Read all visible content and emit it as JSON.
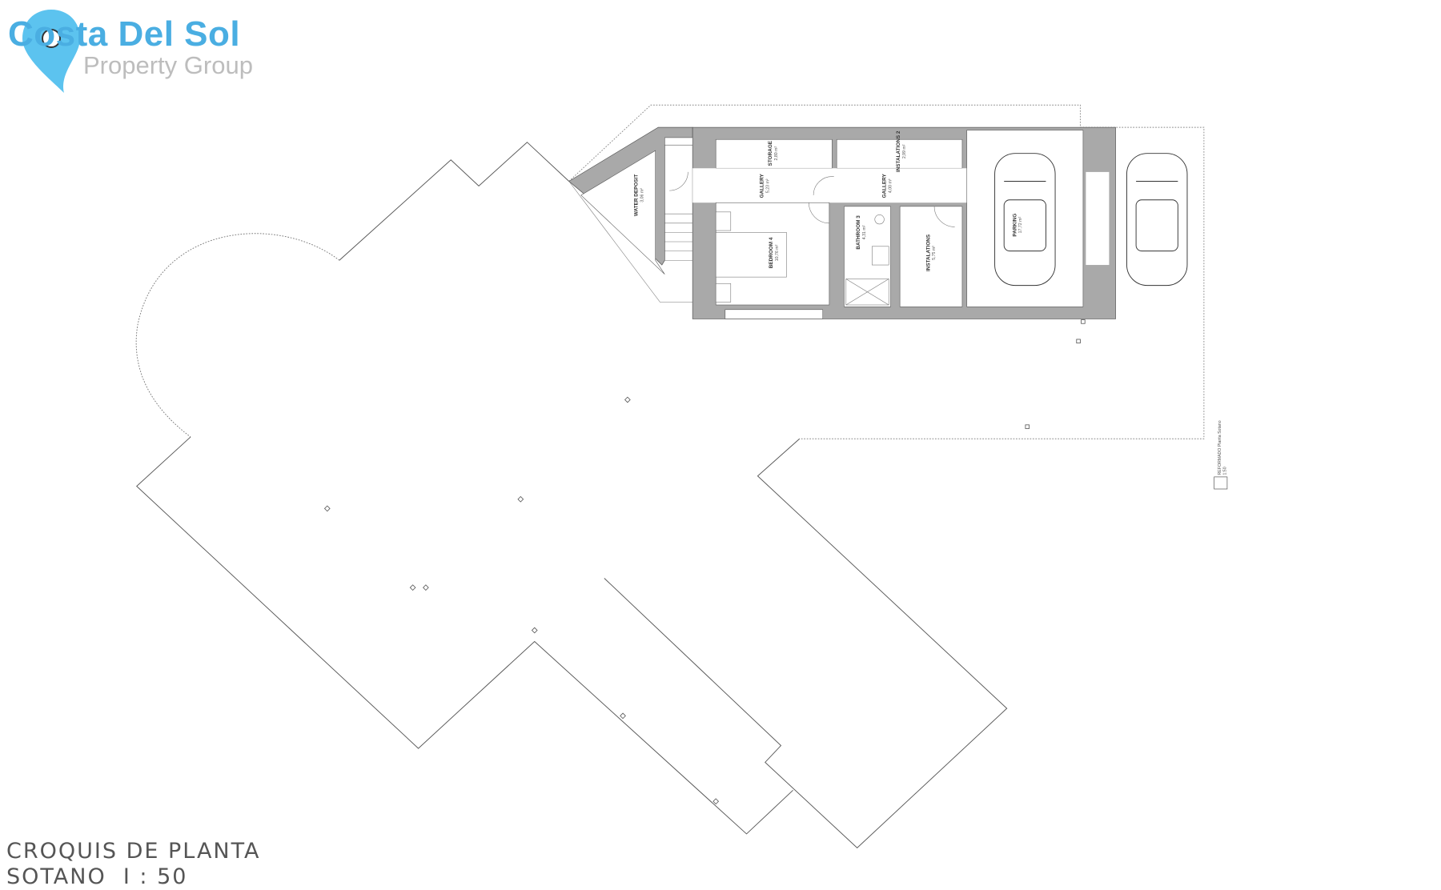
{
  "logo": {
    "title": "Costa Del Sol",
    "subtitle": "Property Group",
    "brand_color": "#4aaee2",
    "pin_icon": "map-pin-icon"
  },
  "caption": {
    "line1": "CROQUIS DE PLANTA",
    "line2": "SOTANO  I : 50"
  },
  "title_block": {
    "text": "REFORMADO Planta Sotano",
    "scale": "1:50"
  },
  "rooms": [
    {
      "name": "WATER DEPOSIT",
      "area": "3,06 m²"
    },
    {
      "name": "STORAGE",
      "area": "2,80 m²"
    },
    {
      "name": "GALLERY",
      "area": "5,23 m²"
    },
    {
      "name": "INSTALATIONS 2",
      "area": "2,99 m²"
    },
    {
      "name": "GALLERY",
      "area": "4,00 m²"
    },
    {
      "name": "BATHROOM 3",
      "area": "4,31 m²"
    },
    {
      "name": "BEDROOM 4",
      "area": "10,76 m²"
    },
    {
      "name": "INSTALATIONS",
      "area": "5,75 m²"
    },
    {
      "name": "PARKING",
      "area": "17,72 m²"
    }
  ],
  "colors": {
    "wall": "#a9a9a9",
    "line": "#555555"
  }
}
